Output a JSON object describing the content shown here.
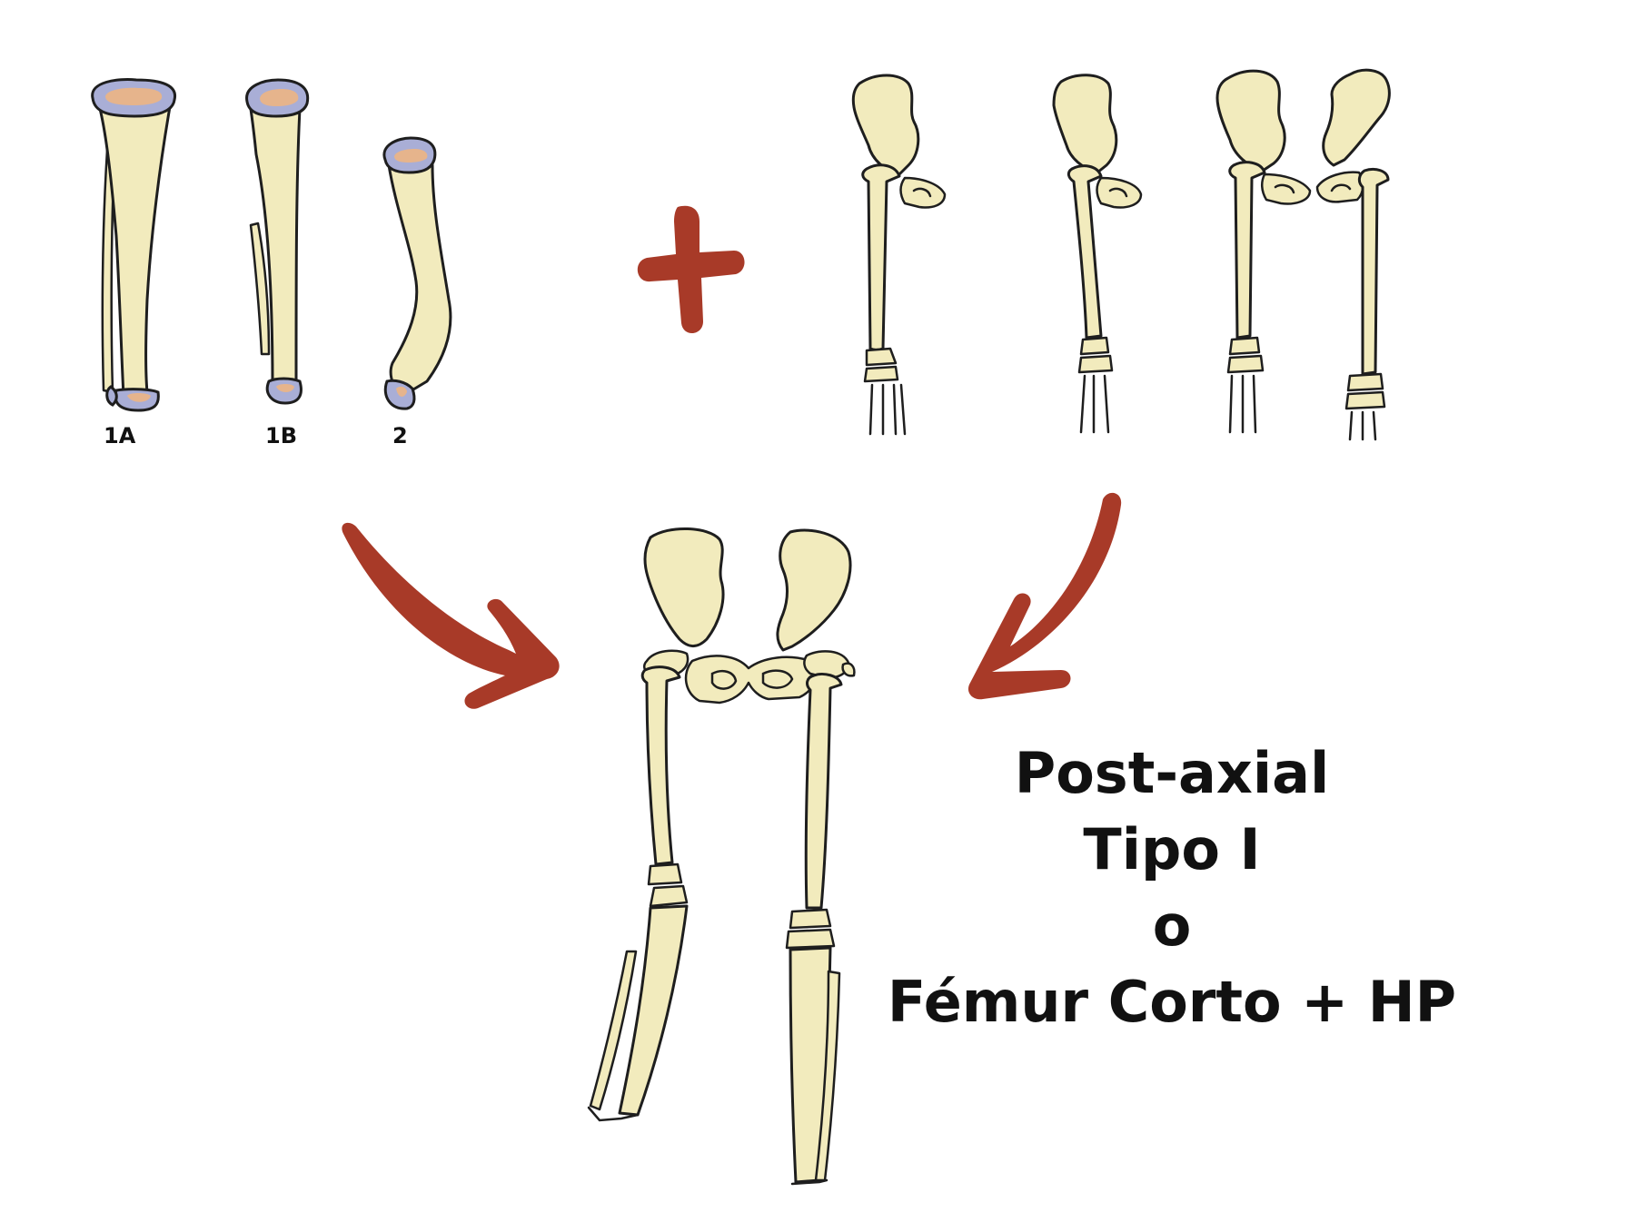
{
  "labels": {
    "tibia_1a": "1A",
    "tibia_1b": "1B",
    "tibia_2": "2"
  },
  "caption": {
    "line1": "Post-axial",
    "line2": "Tipo I",
    "line3": "o",
    "line4": "Fémur Corto + HP"
  },
  "colors": {
    "bone_fill": "#f2ebbd",
    "cartilage": "#a9aed6",
    "marrow": "#e6b48c",
    "accent_red": "#a83a28",
    "outline": "#1e1e1e"
  }
}
